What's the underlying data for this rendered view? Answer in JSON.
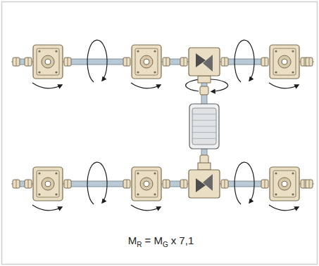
{
  "diagram": {
    "labels": [
      "M",
      "R",
      "= M",
      "G",
      "x 7,1"
    ]
  }
}
